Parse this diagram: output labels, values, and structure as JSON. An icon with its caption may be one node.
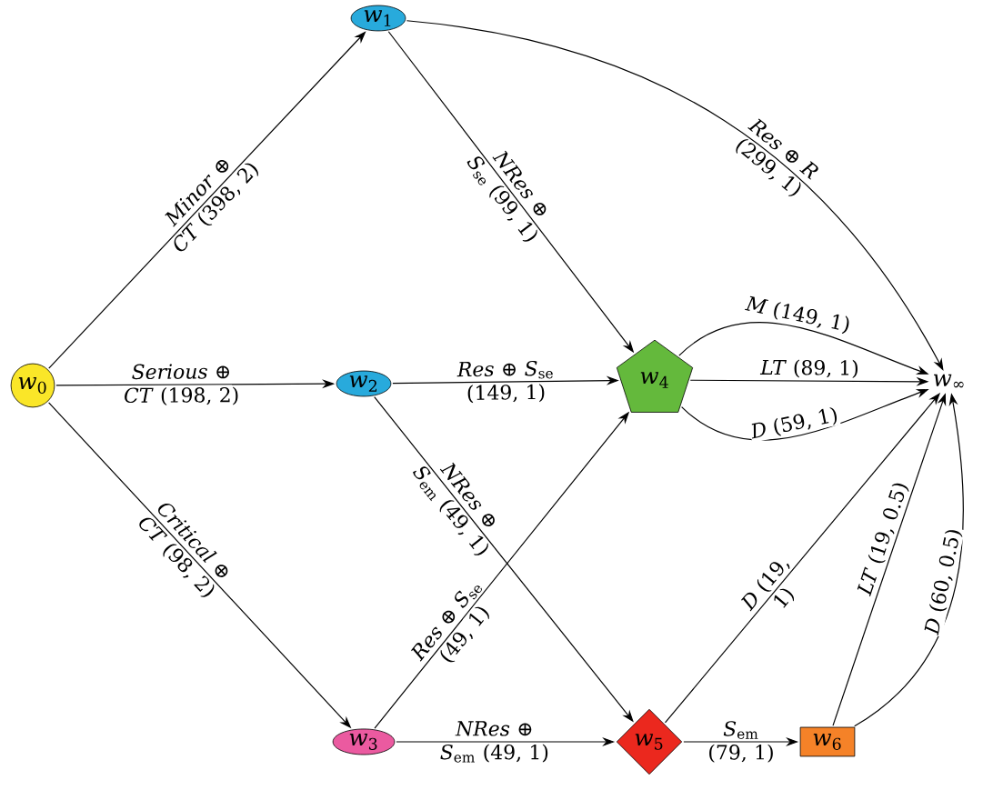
{
  "diagram": {
    "nodes": [
      {
        "text": [
          "*w*$_{0}$"
        ]
      },
      {
        "text": [
          "*w*$_{1}$"
        ]
      },
      {
        "text": [
          "*w*$_{2}$"
        ]
      },
      {
        "text": [
          "*w*$_{3}$"
        ]
      },
      {
        "text": [
          "*w*$_{4}$"
        ]
      },
      {
        "text": [
          "*w*$_{5}$"
        ]
      },
      {
        "text": [
          "*w*$_{6}$"
        ]
      },
      {
        "text": [
          "*w*$_{∞}$"
        ]
      }
    ],
    "edges": [
      {
        "from": 0,
        "to": 1,
        "arrow": "to",
        "label": "*Minor* ⊕ *CT* (398, 2)"
      },
      {
        "from": 0,
        "to": 2,
        "arrow": "to",
        "label": "*Serious* ⊕ *CT* (198, 2)"
      },
      {
        "from": 0,
        "to": 3,
        "arrow": "to",
        "label": "*Critical* ⊕ *CT* (98, 2)"
      },
      {
        "from": 1,
        "to": 4,
        "arrow": "to",
        "label": "*NRes* ⊕ *S*$_{se}$ (99, 1)"
      },
      {
        "from": 1,
        "to": 7,
        "arrow": "to",
        "label": "*Res* ⊕ *R* (299, 1)"
      },
      {
        "from": 2,
        "to": 4,
        "arrow": "to",
        "label": "*Res* ⊕ *S*$_{se}$ (149, 1)"
      },
      {
        "from": 2,
        "to": 5,
        "arrow": "to",
        "label": "*NRes* ⊕ *S*$_{em}$ (49, 1)"
      },
      {
        "from": 3,
        "to": 4,
        "arrow": "to",
        "label": "*Res* ⊕ *S*$_{se}$ (49, 1)"
      },
      {
        "from": 3,
        "to": 5,
        "arrow": "to",
        "label": "*NRes* ⊕ *S*$_{em}$ (49, 1)"
      },
      {
        "from": 4,
        "to": 7,
        "arrow": "to",
        "label": "*M* (149, 1)"
      },
      {
        "from": 4,
        "to": 7,
        "arrow": "to",
        "label": "*LT* (89, 1)"
      },
      {
        "from": 4,
        "to": 7,
        "arrow": "to",
        "label": "*D* (59, 1)"
      },
      {
        "from": 5,
        "to": 7,
        "arrow": "to",
        "label": "*D* (19, 1)"
      },
      {
        "from": 5,
        "to": 6,
        "arrow": "to",
        "label": "*S*$_{em}$ (79, 1)"
      },
      {
        "from": 6,
        "to": 7,
        "arrow": "to",
        "label": "*LT* (19, 0.5)"
      },
      {
        "from": 6,
        "to": 7,
        "arrow": "to",
        "label": "*D* (60, 0.5)"
      }
    ]
  }
}
